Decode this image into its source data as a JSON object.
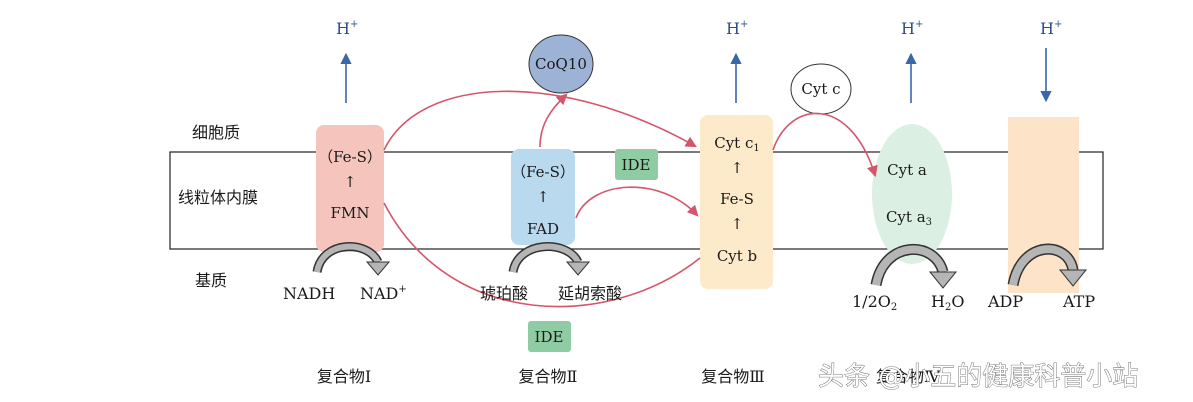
{
  "side_labels": {
    "cytoplasm": "细胞质",
    "membrane": "线粒体内膜",
    "matrix": "基质"
  },
  "h_plus": {
    "h": "H",
    "sup": "+"
  },
  "complex1": {
    "top": "（Fe-S）",
    "arrow": "↑",
    "bottom": "FMN",
    "sub_in": "NADH",
    "sub_out": "NAD",
    "sub_out_sup": "+",
    "name": "复合物Ⅰ"
  },
  "complex2": {
    "top": "（Fe-S）",
    "arrow": "↑",
    "bottom": "FAD",
    "sub_in": "琥珀酸",
    "sub_out": "延胡索酸",
    "name": "复合物Ⅱ"
  },
  "complex3": {
    "top": "Cyt c",
    "top_sub": "1",
    "arrow1": "↑",
    "mid": "Fe-S",
    "arrow2": "↑",
    "bottom": "Cyt b",
    "name": "复合物Ⅲ"
  },
  "complex4": {
    "top": "Cyt a",
    "bottom": "Cyt a",
    "bottom_sub": "3",
    "sub_in_pre": "1/2O",
    "sub_in_sub": "2",
    "sub_out_pre": "H",
    "sub_out_sub": "2",
    "sub_out_post": "O",
    "name": "复合物Ⅳ"
  },
  "complex5": {
    "sub_in": "ADP",
    "sub_out": "ATP"
  },
  "carriers": {
    "coq10": "CoQ10",
    "cytc": "Cyt c"
  },
  "ide_labels": {
    "top": "IDE",
    "bottom": "IDE"
  },
  "watermark": "头条 @小五的健康科普小站",
  "colors": {
    "complex1": "#f4c4bd",
    "complex2": "#b9d9ef",
    "complex3": "#fdeacb",
    "complex4": "#dcefe3",
    "complex5": "#fde3c8",
    "coq10": "#9db3d6",
    "ide": "#8fcca4",
    "flow_arrow": "#d4566a",
    "proton_arrow": "#3b66a8"
  }
}
